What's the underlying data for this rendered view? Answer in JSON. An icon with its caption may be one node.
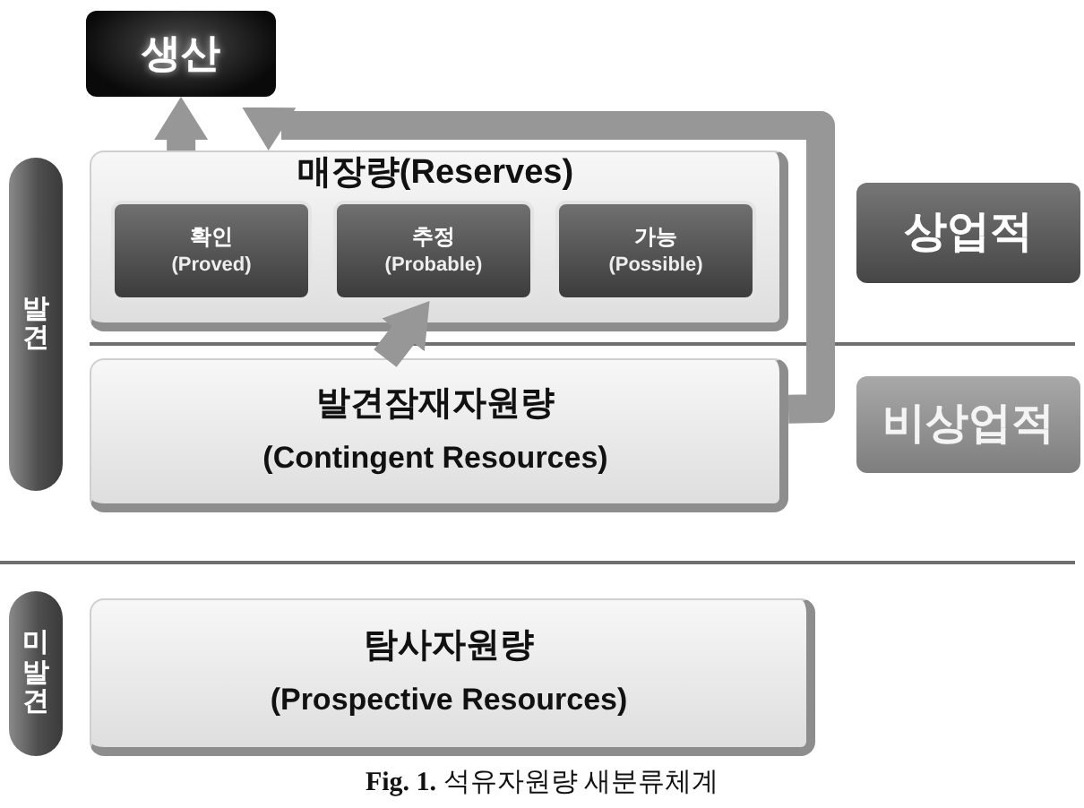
{
  "diagram": {
    "caption": "**Fig. 1.** 석유자원량 새분류체계",
    "nodes": [
      {
        "text": [
          "생산"
        ]
      },
      {
        "text": [
          "발견"
        ]
      },
      {
        "text": [
          "매장량(Reserves)"
        ]
      },
      {
        "text": [
          "확인",
          "(Proved)"
        ],
        "in": 2
      },
      {
        "text": [
          "추정",
          "(Probable)"
        ],
        "in": 2
      },
      {
        "text": [
          "가능",
          "(Possible)"
        ],
        "in": 2
      },
      {
        "text": [
          "상업적"
        ]
      },
      {
        "text": [
          "발견잠재자원량",
          "(Contingent Resources)"
        ]
      },
      {
        "text": [
          "비상업적"
        ]
      },
      {
        "text": [
          "미발견"
        ]
      },
      {
        "text": [
          "탐사자원량",
          "(Prospective Resources)"
        ]
      }
    ],
    "edges": [
      {
        "from": 2,
        "to": 0,
        "arrow": "to"
      },
      {
        "from": 7,
        "to": 4,
        "arrow": "to"
      },
      {
        "from": 7,
        "to": 2,
        "arrow": "to"
      }
    ]
  }
}
